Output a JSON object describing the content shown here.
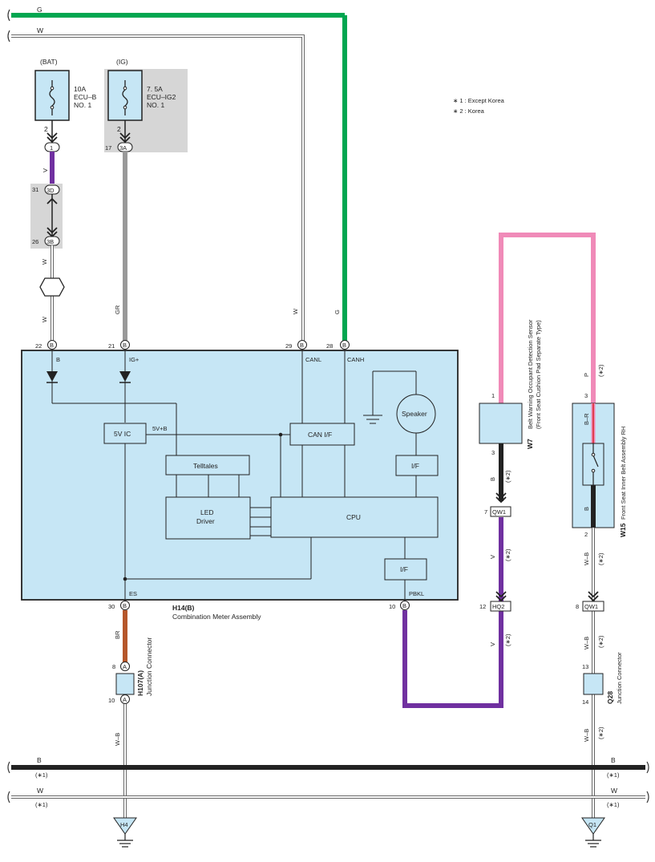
{
  "notes": {
    "n1": "∗ 1 : Except Korea",
    "n2": "∗ 2 : Korea"
  },
  "bus": {
    "g_label": "G",
    "w_label": "W",
    "b_label": "B",
    "note1": "(∗1)"
  },
  "bat": {
    "title": "(BAT)",
    "f1": "10A",
    "f2": "ECU–B",
    "f3": "NO. 1",
    "pin": "2"
  },
  "ig": {
    "title": "(IG)",
    "f1": "7. 5A",
    "f2": "ECU–IG2",
    "f3": "NO. 1",
    "pin": "2"
  },
  "conns": {
    "c1": "1",
    "c3a": "3A",
    "c3d": "3D",
    "c3b": "3B",
    "p17": "17",
    "p31": "31",
    "p26": "26",
    "b": "B",
    "a": "A"
  },
  "wires": {
    "v": "V",
    "w": "W",
    "gr": "GR",
    "g": "G",
    "br": "BR",
    "wb": "W–B",
    "p": "P",
    "b": "B",
    "br2": "B–R"
  },
  "meter": {
    "pins": {
      "p22": "22",
      "p21": "21",
      "p29": "29",
      "p28": "28",
      "p30": "30",
      "p10": "10"
    },
    "b_label": "B",
    "ig_label": "IG+",
    "canl": "CANL",
    "canh": "CANH",
    "ic": "5V IC",
    "v5b": "5V+B",
    "canif": "CAN I/F",
    "speaker": "Speaker",
    "telltales": "Telltales",
    "led1": "LED",
    "led2": "Driver",
    "cpu": "CPU",
    "if1": "I/F",
    "if2": "I/F",
    "es": "ES",
    "pbkl": "PBKL",
    "code": "H14(B)",
    "name": "Combination Meter Assembly"
  },
  "h107": {
    "code": "H107(A)",
    "name": "Junction Connector",
    "p8": "8",
    "p10": "10"
  },
  "h4": "H4",
  "w7": {
    "code": "W7",
    "name1": "Belt Warning Occupant Detection Sensor",
    "name2": "(Front Seat Cushion Pad Separate Type)",
    "p1": "1",
    "p3": "3"
  },
  "qw1": "QW1",
  "hq2": "HQ2",
  "p7": "7",
  "p12": "12",
  "p8": "8",
  "star2": "(∗2)",
  "w15": {
    "code": "W15",
    "name": "Front Seat Inner Belt Assembly RH",
    "p3": "3",
    "p2": "2"
  },
  "q28": {
    "code": "Q28",
    "name": "Junction Connector",
    "p13": "13",
    "p14": "14"
  },
  "q1": "Q1",
  "colors": {
    "green": "#00a650",
    "purple": "#7030a0",
    "gray": "#999999",
    "pink": "#f08ab8",
    "brown": "#b5562a",
    "fill": "#c6e6f5",
    "shade": "#d6d6d6"
  }
}
